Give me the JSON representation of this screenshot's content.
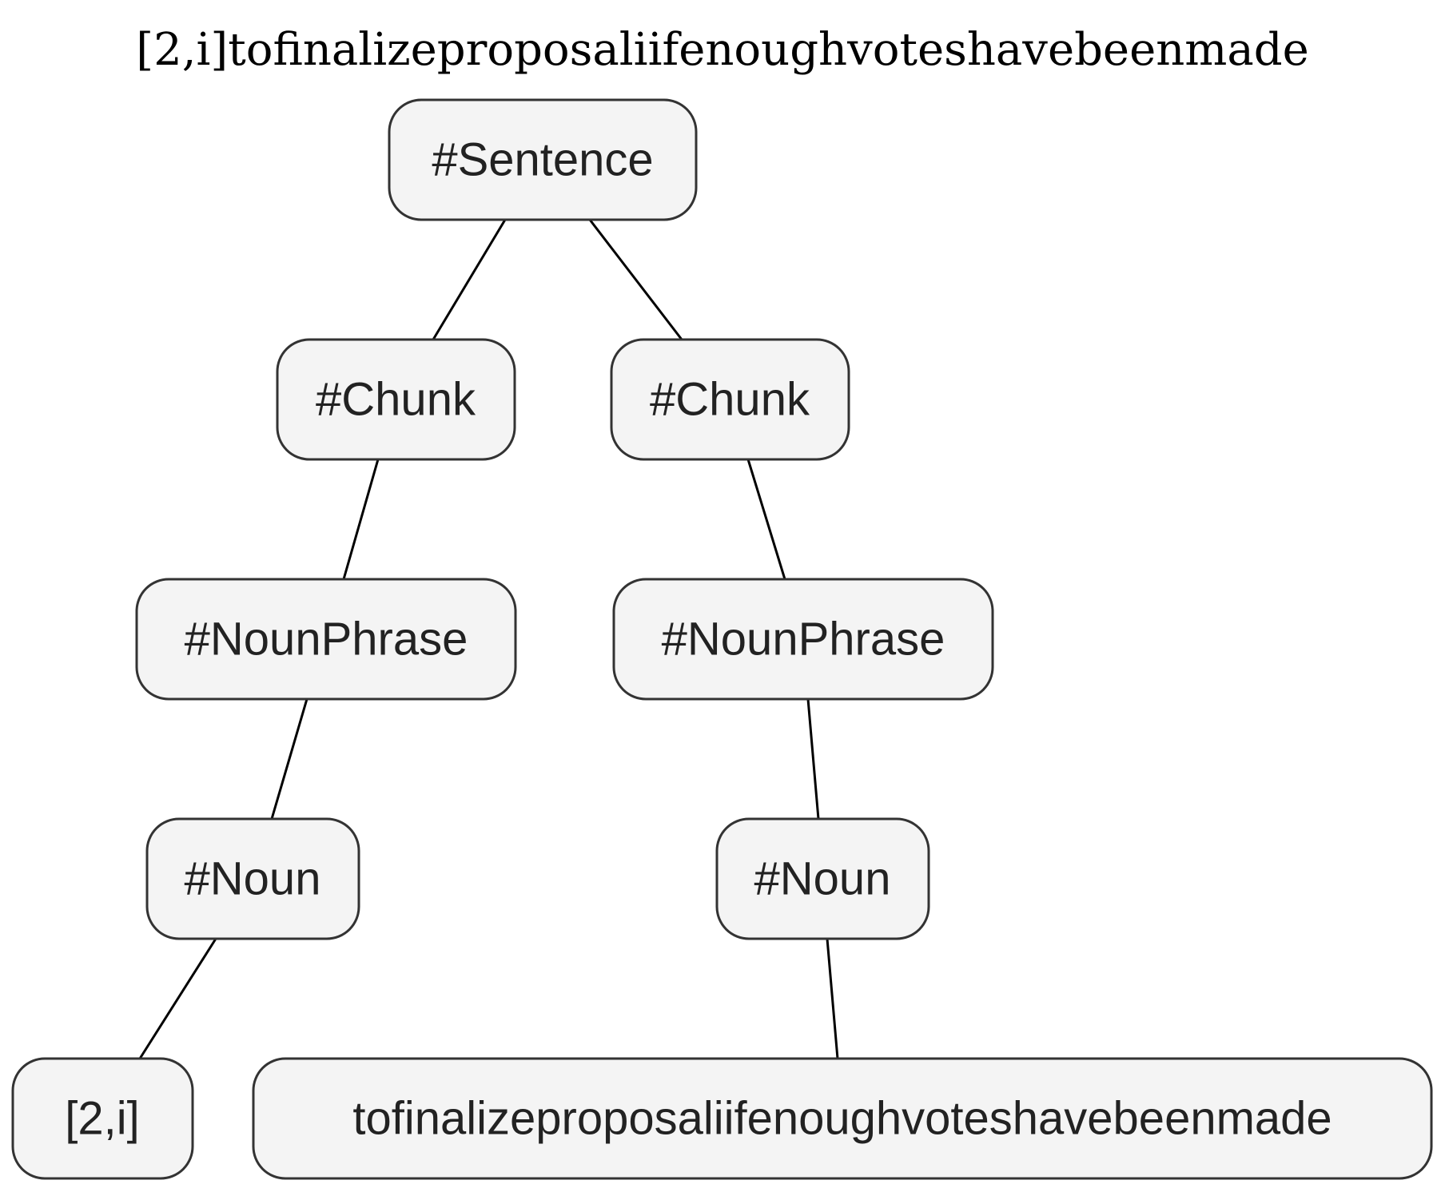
{
  "title": "[2,i]tofinalizeproposaliifenoughvoteshavebeenmade",
  "nodes": {
    "sentence": "#Sentence",
    "chunk_left": "#Chunk",
    "chunk_right": "#Chunk",
    "nounphrase_left": "#NounPhrase",
    "nounphrase_right": "#NounPhrase",
    "noun_left": "#Noun",
    "noun_right": "#Noun",
    "leaf_left": "[2,i]",
    "leaf_right": "tofinalizeproposaliifenoughvoteshavebeenmade"
  },
  "colors": {
    "node_fill": "#f4f4f4",
    "node_stroke": "#333333",
    "edge": "#000000"
  }
}
